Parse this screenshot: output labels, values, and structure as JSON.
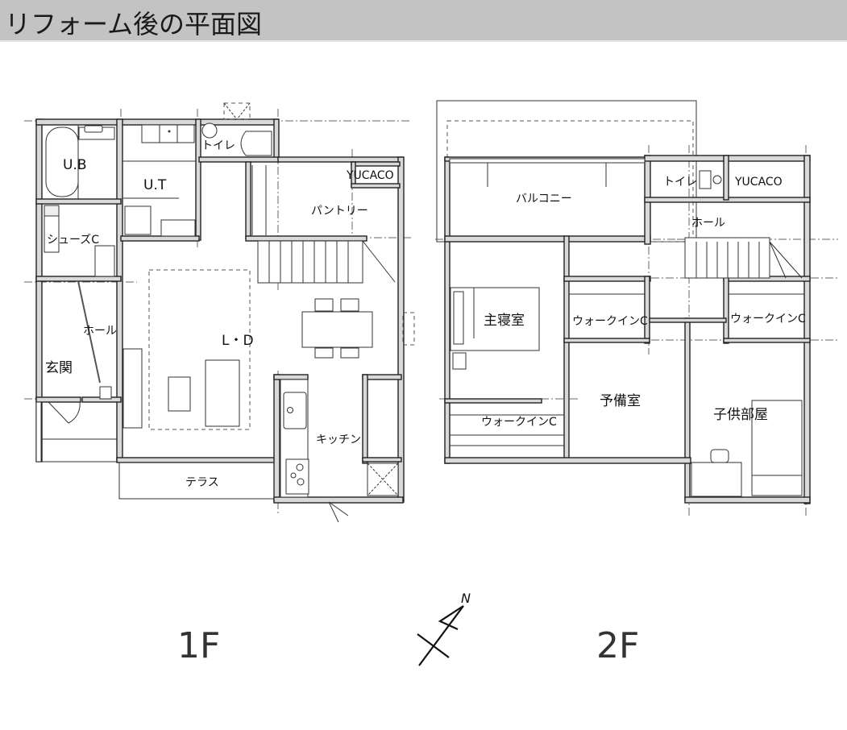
{
  "header": {
    "title": "リフォーム後の平面図"
  },
  "floors": [
    {
      "label": "1F",
      "rooms": [
        {
          "id": "ub",
          "label": "U.B"
        },
        {
          "id": "ut",
          "label": "U.T"
        },
        {
          "id": "toilet",
          "label": "トイレ"
        },
        {
          "id": "yucaco",
          "label": "YUCACO"
        },
        {
          "id": "pantry",
          "label": "パントリー"
        },
        {
          "id": "shoes",
          "label": "シューズC"
        },
        {
          "id": "hall",
          "label": "ホール"
        },
        {
          "id": "genkan",
          "label": "玄関"
        },
        {
          "id": "ld",
          "label": "L・D"
        },
        {
          "id": "kitchen",
          "label": "キッチン"
        },
        {
          "id": "terrace",
          "label": "テラス"
        }
      ]
    },
    {
      "label": "2F",
      "rooms": [
        {
          "id": "balcony",
          "label": "バルコニー"
        },
        {
          "id": "toilet",
          "label": "トイレ"
        },
        {
          "id": "yucaco",
          "label": "YUCACO"
        },
        {
          "id": "hall",
          "label": "ホール"
        },
        {
          "id": "master",
          "label": "主寝室"
        },
        {
          "id": "wic1",
          "label": "ウォークインC"
        },
        {
          "id": "wic2",
          "label": "ウォークインC"
        },
        {
          "id": "wic3",
          "label": "ウォークインC"
        },
        {
          "id": "spare",
          "label": "予備室"
        },
        {
          "id": "kids",
          "label": "子供部屋"
        }
      ]
    }
  ],
  "compass": {
    "label": "N",
    "icon": "north-arrow-icon"
  },
  "colors": {
    "title_bar": "#c3c3c3",
    "wall_fill": "#d9d9d9",
    "line": "#222222"
  }
}
